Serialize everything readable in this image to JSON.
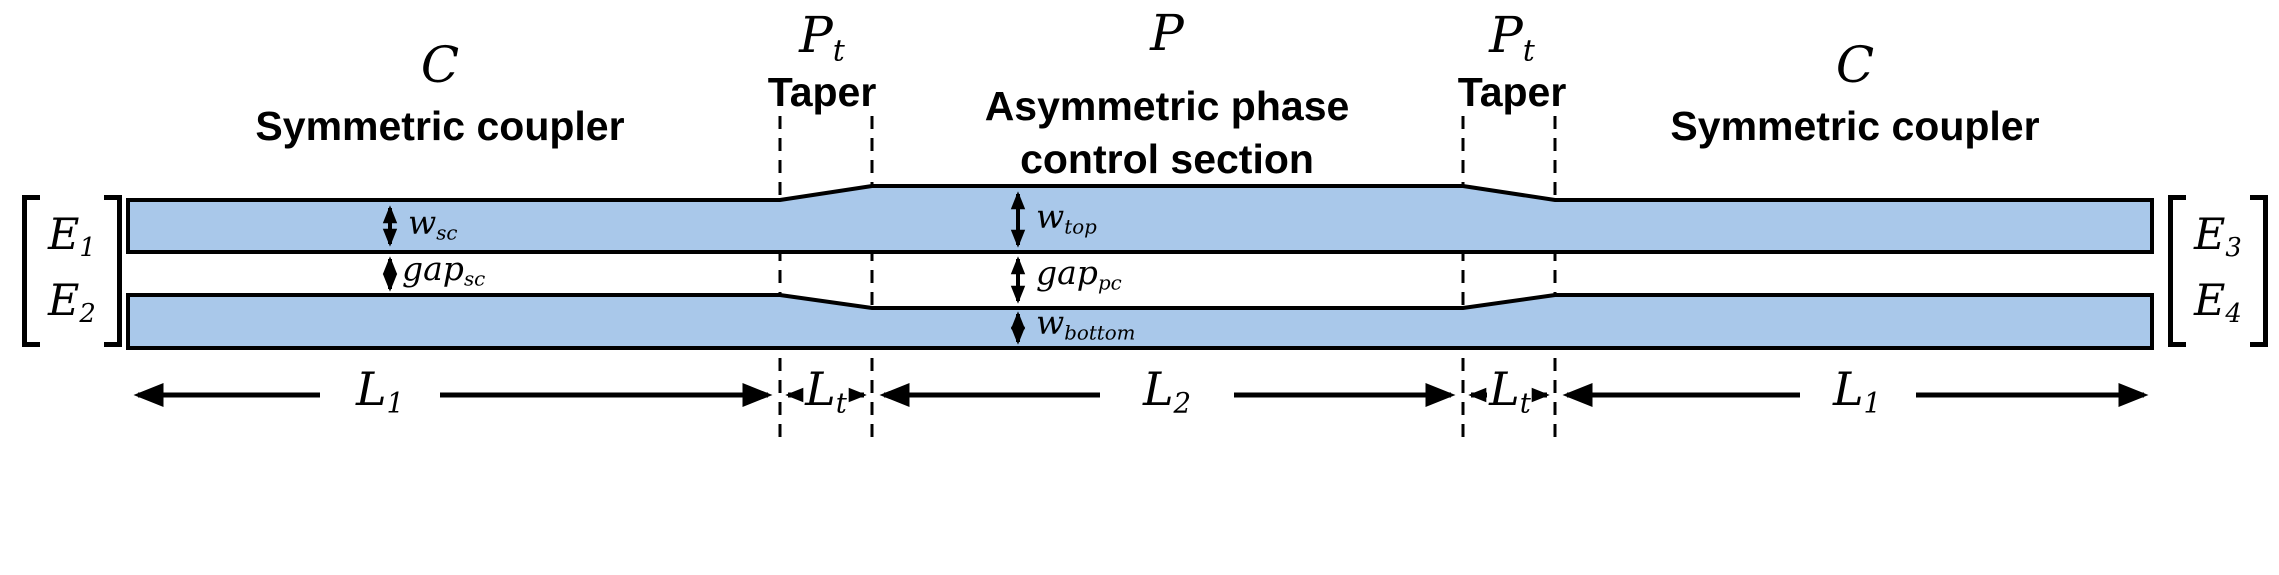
{
  "colors": {
    "waveguide_fill": "#a9c8ea",
    "outline": "#000000",
    "background": "#ffffff"
  },
  "sections": {
    "coupler_left": {
      "symbol": "C",
      "label": "Symmetric coupler"
    },
    "taper_left": {
      "symbol": {
        "base": "P",
        "sub": "t"
      },
      "label": "Taper"
    },
    "phase": {
      "symbol": "P",
      "label_line1": "Asymmetric phase",
      "label_line2": "control section"
    },
    "taper_right": {
      "symbol": {
        "base": "P",
        "sub": "t"
      },
      "label": "Taper"
    },
    "coupler_right": {
      "symbol": "C",
      "label": "Symmetric coupler"
    }
  },
  "ports": {
    "input_top": {
      "base": "E",
      "sub": "1"
    },
    "input_bottom": {
      "base": "E",
      "sub": "2"
    },
    "output_top": {
      "base": "E",
      "sub": "3"
    },
    "output_bottom": {
      "base": "E",
      "sub": "4"
    }
  },
  "dims": {
    "w_sc": {
      "base": "w",
      "sub": "sc"
    },
    "gap_sc": {
      "base": "gap",
      "sub": "sc"
    },
    "w_top": {
      "base": "w",
      "sub": "top"
    },
    "gap_pc": {
      "base": "gap",
      "sub": "pc"
    },
    "w_bottom": {
      "base": "w",
      "sub": "bottom"
    },
    "L1_left": {
      "base": "L",
      "sub": "1"
    },
    "Lt_left": {
      "base": "L",
      "sub": "t"
    },
    "L2": {
      "base": "L",
      "sub": "2"
    },
    "Lt_right": {
      "base": "L",
      "sub": "t"
    },
    "L1_right": {
      "base": "L",
      "sub": "1"
    }
  }
}
